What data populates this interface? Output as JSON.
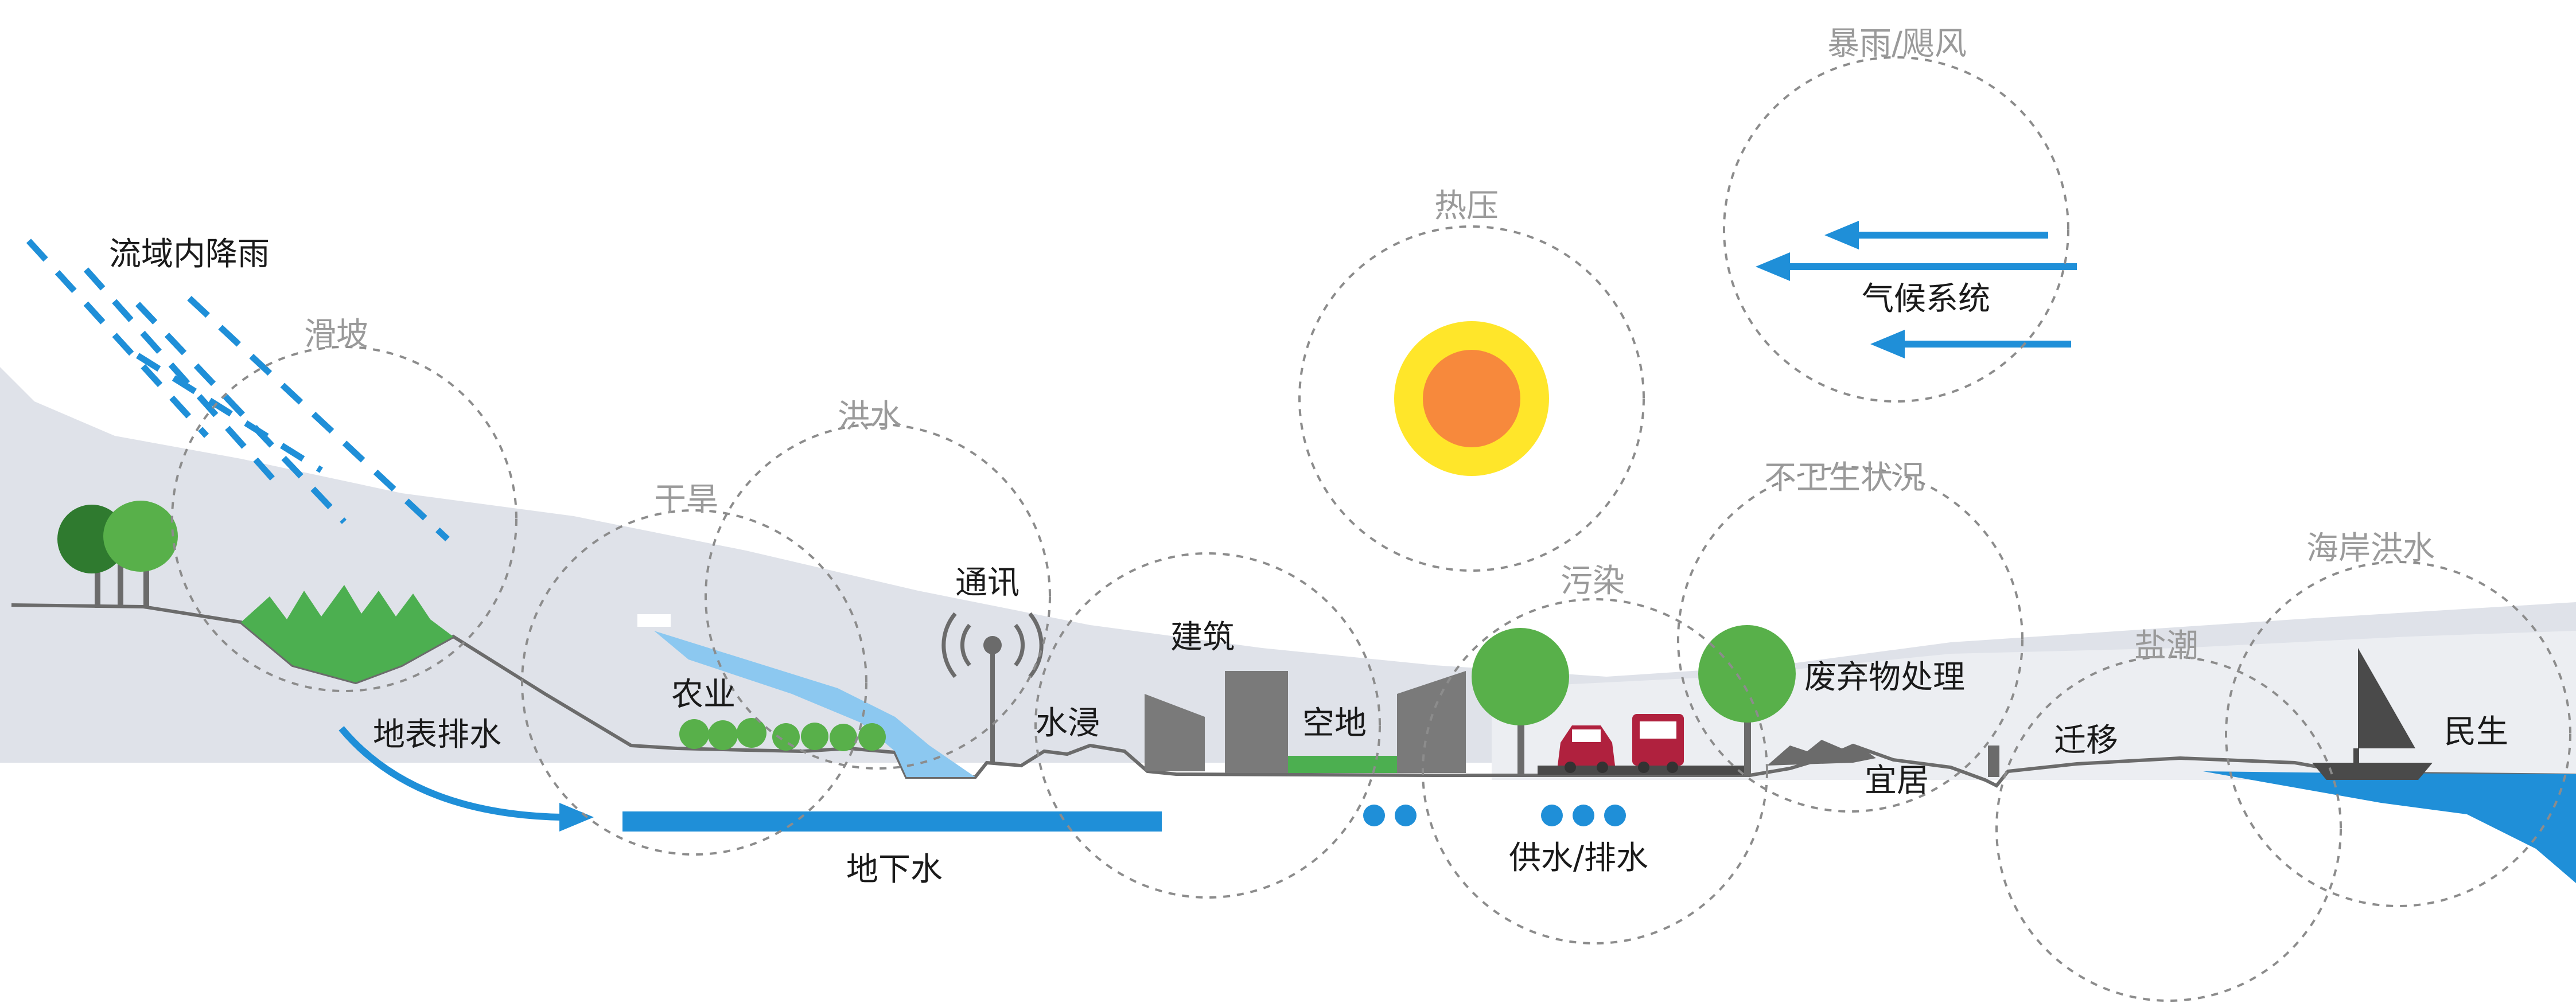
{
  "labels": {
    "rainfall": "流域内降雨",
    "landslide": "滑坡",
    "flood": "洪水",
    "drought": "干旱",
    "heat_stress": "热压",
    "storm": "暴雨/飓风",
    "climate_system": "气候系统",
    "unsanitary": "不卫生状况",
    "pollution": "污染",
    "coastal_flood": "海岸洪水",
    "salt_tide": "盐潮",
    "communication": "通讯",
    "agriculture": "农业",
    "surface_drainage": "地表排水",
    "groundwater": "地下水",
    "inundation": "水浸",
    "buildings": "建筑",
    "open_space": "空地",
    "waste_treatment": "废弃物处理",
    "water_supply_drainage": "供水/排水",
    "livability": "宜居",
    "migration": "迁移",
    "livelihood": "民生"
  },
  "colors": {
    "water_blue": "#1f8fd8",
    "light_water": "#8cc8f0",
    "hill_grey": "#dfe2e9",
    "ground_line": "#6b6b6b",
    "tree_green": "#58b04a",
    "tree_dark": "#2f7a2f",
    "grass_green": "#4caf50",
    "building_grey": "#7a7a7a",
    "car_red": "#b0213e",
    "sun_outer": "#ffe62a",
    "sun_inner": "#f7893c",
    "circle_stroke": "#8c8c8c"
  }
}
